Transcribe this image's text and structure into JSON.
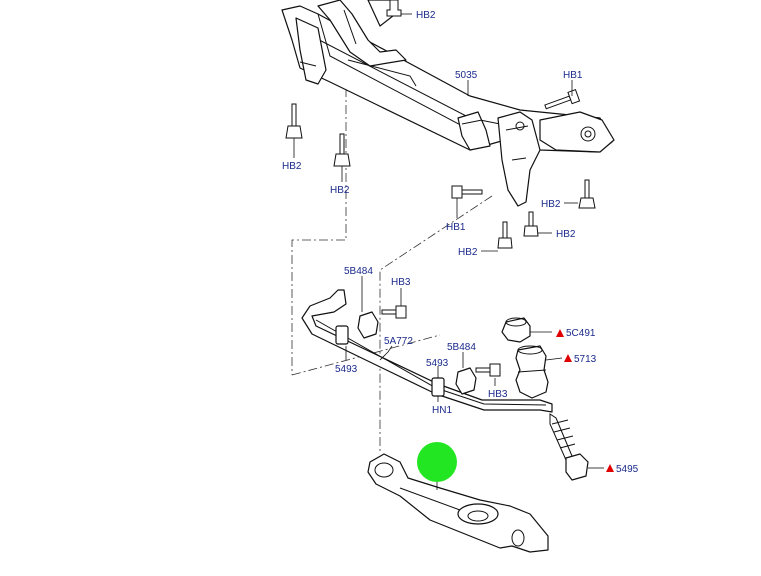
{
  "labels": {
    "hb2_top": "HB2",
    "l5035": "5035",
    "hb1_right": "HB1",
    "hb2_left_a": "HB2",
    "hb2_left_b": "HB2",
    "hb2_right": "HB2",
    "hb1_mid": "HB1",
    "hb2_mid_a": "HB2",
    "hb2_mid_b": "HB2",
    "l5b484_left": "5B484",
    "hb3_left": "HB3",
    "l5a772": "5A772",
    "l5493_left": "5493",
    "l5493_right": "5493",
    "l5b484_right": "5B484",
    "hb3_right": "HB3",
    "hn1": "HN1",
    "l5c491": "5C491",
    "l5713": "5713",
    "l5495": "5495"
  },
  "colors": {
    "label_text": "#1a2a8c",
    "line": "#111111",
    "warning_triangle": "#e00000",
    "highlight_marker": "#22e622"
  },
  "icons": {
    "warning_marker": "red-triangle-icon",
    "highlight": "green-dot"
  }
}
